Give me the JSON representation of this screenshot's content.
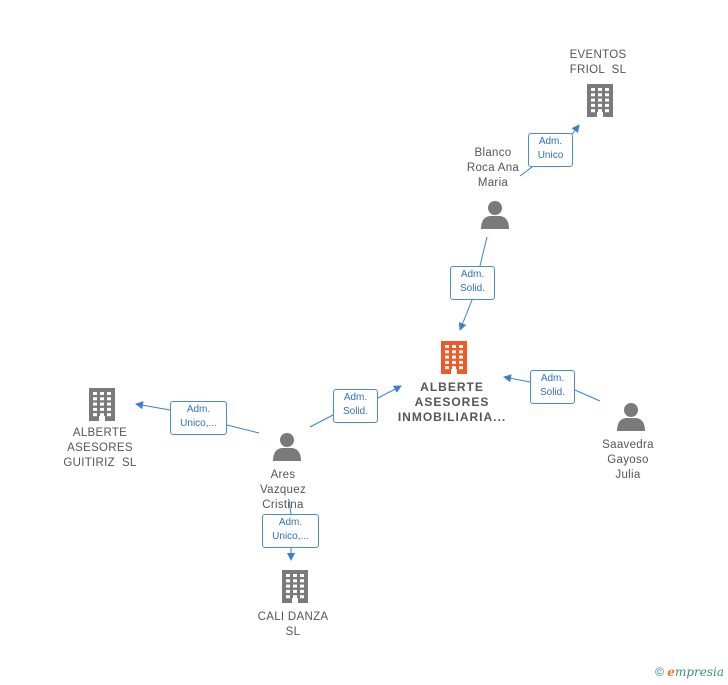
{
  "colors": {
    "building": "#7a7a7a",
    "building_center": "#f05a28",
    "person": "#7a7a7a",
    "edge": "#3a7fd4",
    "edge_text": "#2e6fbf"
  },
  "nodes": {
    "eventos": {
      "lines": [
        "EVENTOS",
        "FRIOL  SL"
      ],
      "icon": "building-icon"
    },
    "blanco": {
      "lines": [
        "Blanco",
        "Roca Ana",
        "Maria"
      ],
      "icon": "person-icon"
    },
    "alberte_center": {
      "lines": [
        "ALBERTE",
        "ASESORES",
        "INMOBILIARIA..."
      ],
      "icon": "building-icon"
    },
    "saavedra": {
      "lines": [
        "Saavedra",
        "Gayoso",
        "Julia"
      ],
      "icon": "person-icon"
    },
    "alberte_guitiriz": {
      "lines": [
        "ALBERTE",
        "ASESORES",
        "GUITIRIZ  SL"
      ],
      "icon": "building-icon"
    },
    "ares": {
      "lines": [
        "Ares",
        "Vazquez",
        "Cristina"
      ],
      "icon": "person-icon"
    },
    "cali": {
      "lines": [
        "CALI DANZA",
        "SL"
      ],
      "icon": "building-icon"
    }
  },
  "edges": {
    "blanco_eventos": [
      "Adm.",
      "Unico"
    ],
    "blanco_alberte": [
      "Adm.",
      "Solid."
    ],
    "saavedra_alberte": [
      "Adm.",
      "Solid."
    ],
    "ares_alberte": [
      "Adm.",
      "Solid."
    ],
    "ares_guitiriz": [
      "Adm.",
      "Unico,..."
    ],
    "ares_cali": [
      "Adm.",
      "Unico,..."
    ]
  },
  "footer": {
    "copyright": "©",
    "brand_initial": "e",
    "brand_rest": "mpresia"
  }
}
